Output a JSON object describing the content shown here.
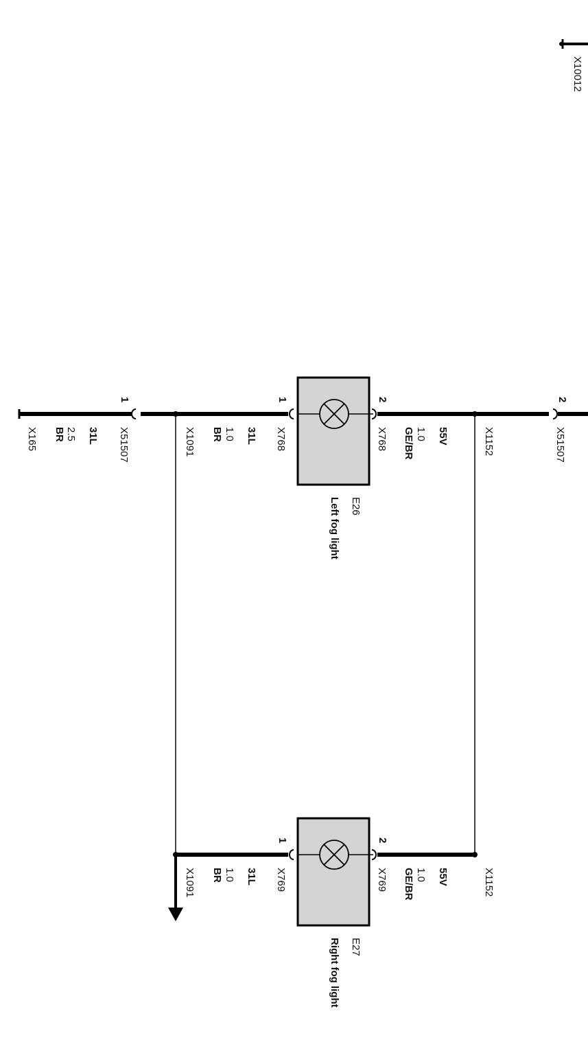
{
  "ground_top": {
    "label": "X10012"
  },
  "components": {
    "left": {
      "code": "E26",
      "name": "Left fog light"
    },
    "right": {
      "code": "E27",
      "name": "Right fog light"
    }
  },
  "pins": {
    "pin1": "1",
    "pin2": "2"
  },
  "connectors": {
    "x51507": "X51507",
    "x1091": "X1091",
    "x768": "X768",
    "x769": "X769",
    "x1152": "X1152",
    "x165": "X165"
  },
  "wires": {
    "main_ground": {
      "circuit": "31L",
      "size": "2.5",
      "color": "BR"
    },
    "left_ground": {
      "circuit": "31L",
      "size": "1.0",
      "color": "BR"
    },
    "left_supply": {
      "circuit": "55V",
      "size": "1.0",
      "color": "GE/BR"
    },
    "right_ground": {
      "circuit": "31L",
      "size": "1.0",
      "color": "BR"
    },
    "right_supply": {
      "circuit": "55V",
      "size": "1.0",
      "color": "GE/BR"
    }
  },
  "colors": {
    "line": "#000000",
    "lamp_fill": "#d4d4d4"
  }
}
